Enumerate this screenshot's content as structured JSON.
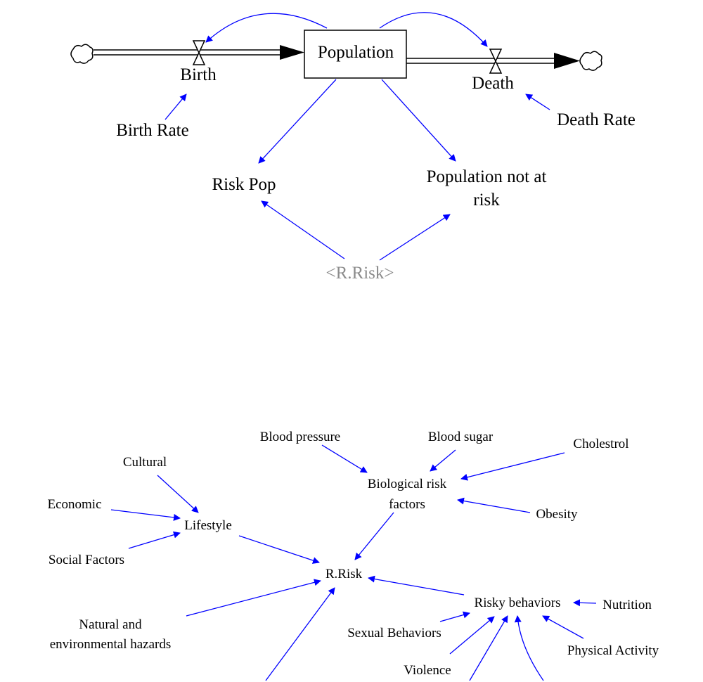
{
  "stock_flow": {
    "stock": "Population",
    "inflow": "Birth",
    "outflow": "Death",
    "birth_rate": "Birth Rate",
    "death_rate": "Death Rate",
    "risk_pop": "Risk Pop",
    "not_at_risk_line1": "Population not at",
    "not_at_risk_line2": "risk",
    "shadow_variable": "<R.Risk>"
  },
  "risk_model": {
    "center": "R.Risk",
    "biological_line1": "Biological risk",
    "biological_line2": "factors",
    "blood_pressure": "Blood pressure",
    "blood_sugar": "Blood sugar",
    "cholestrol": "Cholestrol",
    "obesity": "Obesity",
    "lifestyle": "Lifestyle",
    "cultural": "Cultural",
    "economic": "Economic",
    "social_factors": "Social Factors",
    "hazards_line1": "Natural and",
    "hazards_line2": "environmental hazards",
    "risky_behaviors": "Risky behaviors",
    "nutrition": "Nutrition",
    "sexual_behaviors": "Sexual Behaviors",
    "physical_activity": "Physical Activity",
    "violence": "Violence"
  },
  "colors": {
    "arrow": "#0000ff",
    "flow": "#000000",
    "shadow_text": "#8c8c8c"
  }
}
